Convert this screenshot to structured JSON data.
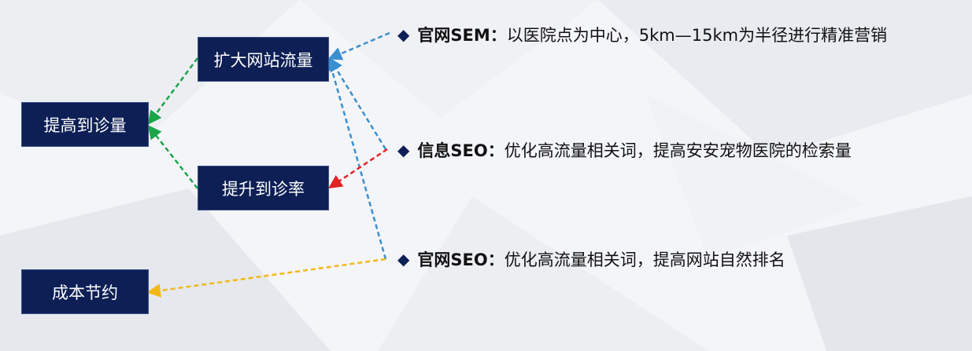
{
  "nodes": {
    "increase_diagnosis": "提高到诊量",
    "expand_traffic": "扩大网站流量",
    "improve_rate": "提升到诊率",
    "cost_saving": "成本节约"
  },
  "strategies": [
    {
      "title": "官网SEM",
      "sep": "：",
      "desc": "以医院点为中心，5km—15km为半径进行精准营销"
    },
    {
      "title": "信息SEO",
      "sep": "：",
      "desc": "优化高流量相关词，提高安安宠物医院的检索量"
    },
    {
      "title": "官网SEO",
      "sep": "：",
      "desc": "优化高流量相关词，提高网站自然排名"
    }
  ],
  "bullet_symbol": "◆",
  "colors": {
    "box": "#0d1f55",
    "green": "#1aa54a",
    "blue": "#3a8fd0",
    "red": "#e02323",
    "yellow": "#f2b818"
  }
}
